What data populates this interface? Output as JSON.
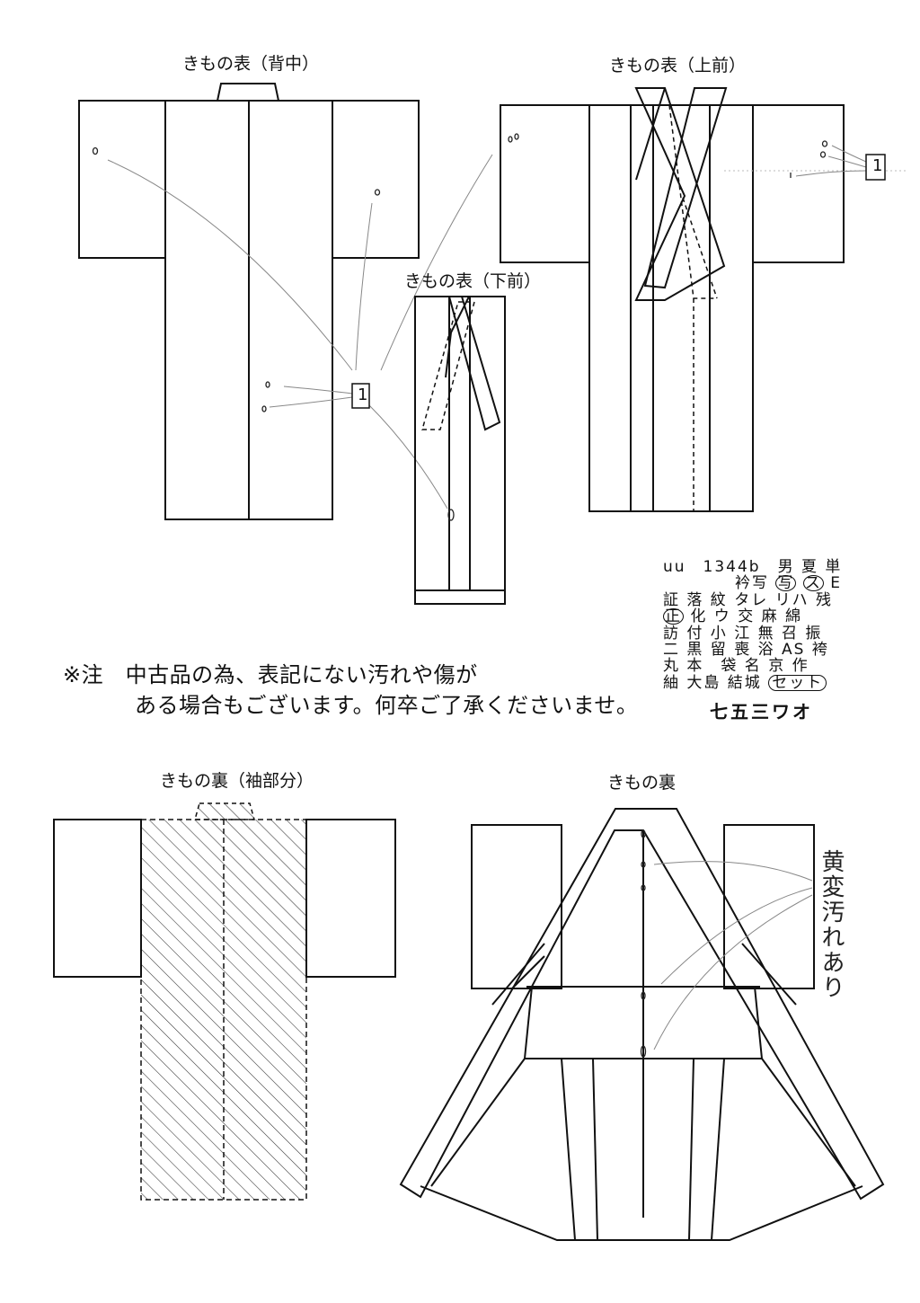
{
  "labels": {
    "back": "きもの表（背中）",
    "front_upper": "きもの表（上前）",
    "front_lower": "きもの表（下前）",
    "lining_sleeve": "きもの裏（袖部分）",
    "lining": "きもの裏"
  },
  "note": {
    "line1": "※注　中古品の為、表記にない汚れや傷が",
    "line2": "ある場合もございます。何卒ご了承くださいませ。"
  },
  "code_block": {
    "row1": "uu　1344b　男 夏 単",
    "row2_prefix": "衿写",
    "row2_circ1": "写",
    "row2_circ2": "ス",
    "row2_suffix": "E",
    "row3": "証 落 紋 タレ リハ 残",
    "row4_circ": "正",
    "row4_rest": "化 ウ 交 麻 綿",
    "row5": "訪 付 小 江 無 召 振",
    "row6": "二 黒 留 喪 浴 AS 袴",
    "row7": "丸 本　袋 名 京 作",
    "row8_prefix": "紬 大島 結城",
    "row8_circ": "セット",
    "handwritten_code": "七五三ワオ"
  },
  "annotations": {
    "mark_back": "1",
    "mark_front": "1",
    "lining_note": "黄変汚れあり"
  },
  "colors": {
    "ink": "#111111",
    "pencil": "#888888",
    "paper": "#ffffff"
  }
}
